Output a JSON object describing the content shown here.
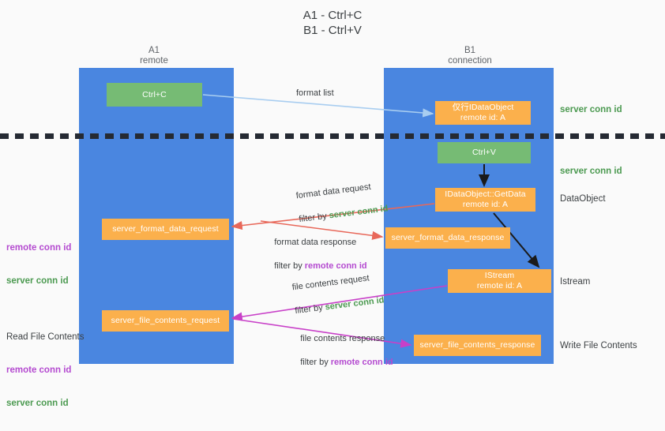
{
  "title": "A1 - Ctrl+C\nB1 - Ctrl+V",
  "columns": {
    "left": {
      "name": "A1",
      "role": "remote",
      "header": "A1\nremote"
    },
    "right": {
      "name": "B1",
      "role": "connection",
      "header": "B1\nconnection"
    }
  },
  "nodes": {
    "ctrl_c": {
      "label": "Ctrl+C",
      "color": "#76bb74"
    },
    "ctrl_v": {
      "label": "Ctrl+V",
      "color": "#76bb74"
    },
    "idataobject": {
      "label": "仅行IDataObject\nremote id: A",
      "color": "#fbb04c"
    },
    "getdata": {
      "label": "IDataObject::GetData\nremote id: A",
      "color": "#fbb04c"
    },
    "istream": {
      "label": "IStream\nremote id: A",
      "color": "#fbb04c"
    },
    "server_format_data_request": {
      "label": "server_format_data_request",
      "color": "#fbb04c"
    },
    "server_format_data_response": {
      "label": "server_format_data_response",
      "color": "#fbb04c"
    },
    "server_file_contents_request": {
      "label": "server_file_contents_request",
      "color": "#fbb04c"
    },
    "server_file_contents_response": {
      "label": "server_file_contents_response",
      "color": "#fbb04c"
    }
  },
  "edges": {
    "format_list": {
      "label": "format list"
    },
    "format_data_request": {
      "line1": "format data request",
      "line2_prefix": "filter by ",
      "line2_value": "server conn id"
    },
    "format_data_response": {
      "line1": "format data response",
      "line2_prefix": "filter by ",
      "line2_value": "remote conn id"
    },
    "file_contents_request": {
      "line1": "file contents request",
      "line2_prefix": "filter by ",
      "line2_value": "server conn id"
    },
    "file_contents_response": {
      "line1": "file contents response",
      "line2_prefix": "filter by ",
      "line2_value": "remote conn id"
    }
  },
  "right_annotations": {
    "server_conn_id_top": "server conn id",
    "server_conn_id_mid": "server conn id",
    "dataobject": "DataObject",
    "istream": "Istream",
    "write_file_contents": "Write File Contents"
  },
  "left_annotations": {
    "group_top": {
      "remote": "remote conn id",
      "server": "server conn id"
    },
    "group_read": {
      "heading": "Read File Contents",
      "remote": "remote conn id",
      "server": "server conn id"
    }
  },
  "colors": {
    "lane": "#4a86e0",
    "green_node": "#76bb74",
    "orange_node": "#fbb04c",
    "server_conn_id": "#4c9a51",
    "remote_conn_id": "#b44ad0",
    "arrow_light_blue": "#a8cdf0",
    "arrow_red": "#e8685a",
    "arrow_magenta": "#c840c8",
    "arrow_black": "#1a1a1a",
    "divider": "#252a33",
    "background": "#fafafa"
  }
}
